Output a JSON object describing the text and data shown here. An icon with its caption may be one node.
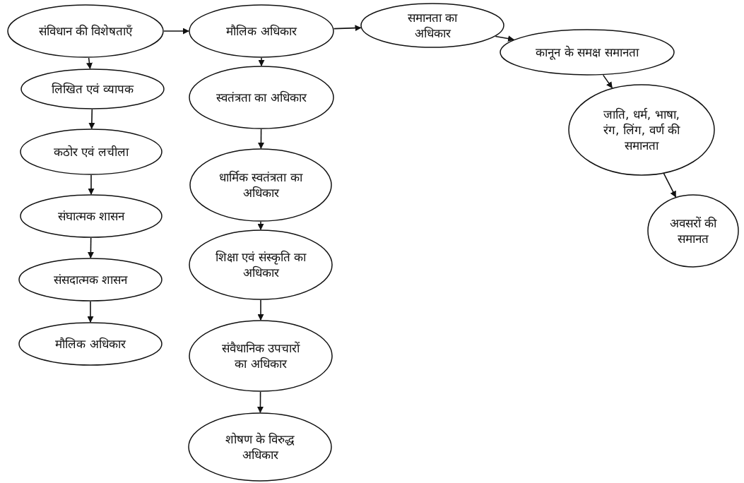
{
  "diagram": {
    "nodes": [
      {
        "text": [
          "संविधान की विशेषताएँ"
        ]
      },
      {
        "text": [
          "लिखित एवं व्यापक"
        ]
      },
      {
        "text": [
          "कठोर एवं लचीला"
        ]
      },
      {
        "text": [
          "संघात्मक शासन"
        ]
      },
      {
        "text": [
          "संसदात्मक शासन"
        ]
      },
      {
        "text": [
          "मौलिक अधिकार"
        ]
      },
      {
        "text": [
          "मौलिक अधिकार"
        ]
      },
      {
        "text": [
          "स्वतंत्रता का अधिकार"
        ]
      },
      {
        "text": [
          "धार्मिक स्वतंत्रता का अधिकार"
        ]
      },
      {
        "text": [
          "शिक्षा एवं संस्कृति का अधिकार"
        ]
      },
      {
        "text": [
          "संवैधानिक उपचारों का अधिकार"
        ]
      },
      {
        "text": [
          "शोषण के विरुद्ध अधिकार"
        ]
      },
      {
        "text": [
          "समानता का अधिकार"
        ]
      },
      {
        "text": [
          "कानून के समक्ष समानता"
        ]
      },
      {
        "text": [
          "जाति, धर्म, भाषा, रंग, लिंग, वर्ण की समानता"
        ]
      },
      {
        "text": [
          "अवसरों की समानत"
        ]
      }
    ],
    "edges": [
      {
        "from": 0,
        "to": 1,
        "arrow": "to"
      },
      {
        "from": 1,
        "to": 2,
        "arrow": "to"
      },
      {
        "from": 2,
        "to": 3,
        "arrow": "to"
      },
      {
        "from": 3,
        "to": 4,
        "arrow": "to"
      },
      {
        "from": 4,
        "to": 5,
        "arrow": "to"
      },
      {
        "from": 0,
        "to": 6,
        "arrow": "to"
      },
      {
        "from": 6,
        "to": 7,
        "arrow": "to"
      },
      {
        "from": 7,
        "to": 8,
        "arrow": "to"
      },
      {
        "from": 8,
        "to": 9,
        "arrow": "to"
      },
      {
        "from": 9,
        "to": 10,
        "arrow": "to"
      },
      {
        "from": 10,
        "to": 11,
        "arrow": "to"
      },
      {
        "from": 6,
        "to": 12,
        "arrow": "to"
      },
      {
        "from": 12,
        "to": 13,
        "arrow": "to"
      },
      {
        "from": 13,
        "to": 14,
        "arrow": "to"
      },
      {
        "from": 14,
        "to": 15,
        "arrow": "to"
      }
    ]
  }
}
